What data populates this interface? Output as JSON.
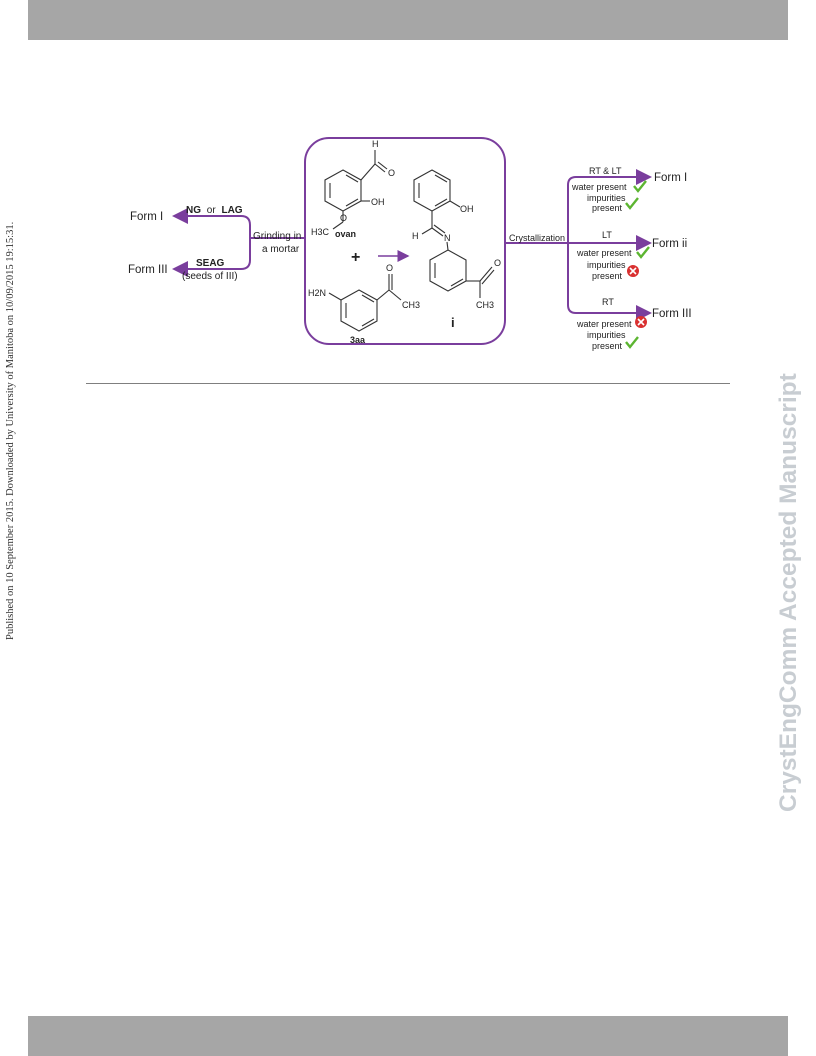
{
  "side_note": "Published on 10 September 2015. Downloaded by University of Manitoba on 10/09/2015 19:15:31.",
  "watermark": "CrystEngComm Accepted Manuscript",
  "colors": {
    "arrow": "#7a3e9d",
    "check": "#5cb531",
    "cross": "#d93030",
    "bar": "#a6a6a6"
  },
  "scheme": {
    "left": {
      "top_form": "Form I",
      "top_method_a": "NG",
      "top_method_or": "or",
      "top_method_b": "LAG",
      "bottom_form": "Form III",
      "bottom_method": "SEAG",
      "bottom_note": "(seeds of III)",
      "process_line1": "Grinding in",
      "process_line2": "a mortar"
    },
    "reaction": {
      "reactant1": "ovan",
      "reactant2": "3aa",
      "product": "i",
      "plus": "+",
      "atoms": {
        "H": "H",
        "O": "O",
        "OH": "OH",
        "N": "N",
        "H3C": "H3C",
        "CH3": "CH3",
        "H2N": "H2N"
      }
    },
    "right": {
      "process": "Crystallization",
      "branches": [
        {
          "condition": "RT & LT",
          "form": "Form I",
          "water": "water present",
          "water_icon": "check-icon",
          "impurities1": "impurities",
          "impurities2": "present",
          "impurities_icon": "check-icon"
        },
        {
          "condition": "LT",
          "form": "Form ii",
          "water": "water present",
          "water_icon": "check-icon",
          "impurities1": "impurities",
          "impurities2": "present",
          "impurities_icon": "cross-icon"
        },
        {
          "condition": "RT",
          "form": "Form III",
          "water": "water present",
          "water_icon": "cross-icon",
          "impurities1": "impurities",
          "impurities2": "present",
          "impurities_icon": "check-icon"
        }
      ]
    }
  }
}
